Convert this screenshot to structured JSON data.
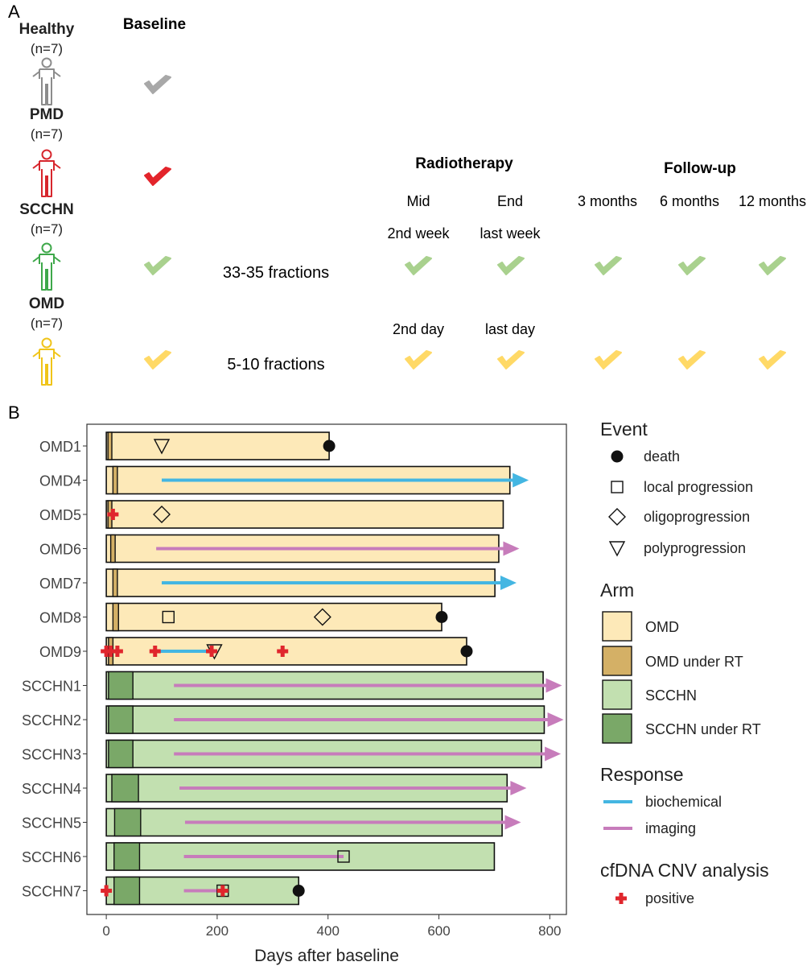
{
  "panel_a": {
    "panel_label": "A",
    "baseline_title": "Baseline",
    "radiotherapy_title": "Radiotherapy",
    "followup_title": "Follow-up",
    "cols": {
      "mid": "Mid",
      "end": "End",
      "m3": "3 months",
      "m6": "6 months",
      "m12": "12 months"
    },
    "scchn_timing": {
      "mid": "2nd week",
      "end": "last week",
      "fractions": "33-35 fractions"
    },
    "omd_timing": {
      "mid": "2nd day",
      "end": "last day",
      "fractions": "5-10 fractions"
    },
    "groups": [
      {
        "name": "Healthy",
        "n": "(n=7)",
        "color": "#8c8c8c",
        "check_color": "#a8a8a8",
        "checks": [
          "baseline"
        ]
      },
      {
        "name": "PMD",
        "n": "(n=7)",
        "color": "#d7262d",
        "check_color": "#e3242b",
        "checks": [
          "baseline"
        ]
      },
      {
        "name": "SCCHN",
        "n": "(n=7)",
        "color": "#3ea84a",
        "check_color": "#a9d18e",
        "checks": [
          "baseline",
          "mid",
          "end",
          "m3",
          "m6",
          "m12"
        ]
      },
      {
        "name": "OMD",
        "n": "(n=7)",
        "color": "#f0c419",
        "check_color": "#ffd966",
        "checks": [
          "baseline",
          "mid",
          "end",
          "m3",
          "m6",
          "m12"
        ]
      }
    ]
  },
  "chart_data": {
    "type": "bar",
    "panel_label": "B",
    "xlabel": "Days after baseline",
    "xlim": [
      -35,
      830
    ],
    "xticks": [
      0,
      200,
      400,
      600,
      800
    ],
    "colors": {
      "omd": "#fde9b8",
      "omd_rt": "#d4b066",
      "scchn": "#c2e0b0",
      "scchn_rt": "#7aa868",
      "biochemical": "#44b6e2",
      "imaging": "#c77cbb",
      "positive": "#e0262d"
    },
    "patients": [
      {
        "id": "OMD1",
        "arm": "OMD",
        "end": 402,
        "rt": [
          3,
          10
        ],
        "response": null,
        "events": [
          {
            "type": "polyprogression",
            "day": 100
          },
          {
            "type": "death",
            "day": 402
          }
        ],
        "positive": []
      },
      {
        "id": "OMD4",
        "arm": "OMD",
        "end": 728,
        "rt": [
          12,
          20
        ],
        "response": {
          "type": "biochemical",
          "start": 100,
          "end": 762
        },
        "events": [],
        "positive": []
      },
      {
        "id": "OMD5",
        "arm": "OMD",
        "end": 716,
        "rt": [
          3,
          10
        ],
        "response": null,
        "events": [
          {
            "type": "oligoprogression",
            "day": 100
          }
        ],
        "positive": [
          12
        ]
      },
      {
        "id": "OMD6",
        "arm": "OMD",
        "end": 708,
        "rt": [
          8,
          16
        ],
        "response": {
          "type": "imaging",
          "start": 90,
          "end": 745
        },
        "events": [],
        "positive": []
      },
      {
        "id": "OMD7",
        "arm": "OMD",
        "end": 701,
        "rt": [
          12,
          20
        ],
        "response": {
          "type": "biochemical",
          "start": 100,
          "end": 740
        },
        "events": [],
        "positive": []
      },
      {
        "id": "OMD8",
        "arm": "OMD",
        "end": 605,
        "rt": [
          12,
          22
        ],
        "response": null,
        "events": [
          {
            "type": "local progression",
            "day": 112
          },
          {
            "type": "oligoprogression",
            "day": 390
          },
          {
            "type": "death",
            "day": 605
          }
        ],
        "positive": []
      },
      {
        "id": "OMD9",
        "arm": "OMD",
        "end": 650,
        "rt": [
          4,
          12
        ],
        "response": {
          "type": "biochemical",
          "start": 90,
          "end": 190
        },
        "events": [
          {
            "type": "polyprogression",
            "day": 195
          },
          {
            "type": "death",
            "day": 650
          }
        ],
        "positive": [
          0,
          8,
          20,
          88,
          190,
          318
        ]
      },
      {
        "id": "SCCHN1",
        "arm": "SCCHN",
        "end": 788,
        "rt": [
          4,
          48
        ],
        "response": {
          "type": "imaging",
          "start": 122,
          "end": 822
        },
        "events": [],
        "positive": []
      },
      {
        "id": "SCCHN2",
        "arm": "SCCHN",
        "end": 790,
        "rt": [
          4,
          48
        ],
        "response": {
          "type": "imaging",
          "start": 122,
          "end": 825
        },
        "events": [],
        "positive": []
      },
      {
        "id": "SCCHN3",
        "arm": "SCCHN",
        "end": 785,
        "rt": [
          4,
          48
        ],
        "response": {
          "type": "imaging",
          "start": 122,
          "end": 820
        },
        "events": [],
        "positive": []
      },
      {
        "id": "SCCHN4",
        "arm": "SCCHN",
        "end": 723,
        "rt": [
          10,
          58
        ],
        "response": {
          "type": "imaging",
          "start": 132,
          "end": 758
        },
        "events": [],
        "positive": []
      },
      {
        "id": "SCCHN5",
        "arm": "SCCHN",
        "end": 714,
        "rt": [
          15,
          62
        ],
        "response": {
          "type": "imaging",
          "start": 142,
          "end": 748
        },
        "events": [],
        "positive": []
      },
      {
        "id": "SCCHN6",
        "arm": "SCCHN",
        "end": 700,
        "rt": [
          14,
          60
        ],
        "response": {
          "type": "imaging",
          "start": 140,
          "end": 428
        },
        "events": [
          {
            "type": "local progression",
            "day": 428
          }
        ],
        "positive": []
      },
      {
        "id": "SCCHN7",
        "arm": "SCCHN",
        "end": 347,
        "rt": [
          14,
          60
        ],
        "response": {
          "type": "imaging",
          "start": 140,
          "end": 208
        },
        "events": [
          {
            "type": "local progression",
            "day": 210
          },
          {
            "type": "death",
            "day": 347
          }
        ],
        "positive": [
          0,
          210
        ]
      }
    ],
    "legend": {
      "event_title": "Event",
      "events": [
        {
          "key": "death",
          "label": "death"
        },
        {
          "key": "local progression",
          "label": "local progression"
        },
        {
          "key": "oligoprogression",
          "label": "oligoprogression"
        },
        {
          "key": "polyprogression",
          "label": "polyprogression"
        }
      ],
      "arm_title": "Arm",
      "arms": [
        {
          "key": "omd",
          "label": "OMD"
        },
        {
          "key": "omd_rt",
          "label": "OMD under RT"
        },
        {
          "key": "scchn",
          "label": "SCCHN"
        },
        {
          "key": "scchn_rt",
          "label": "SCCHN under RT"
        }
      ],
      "response_title": "Response",
      "responses": [
        {
          "key": "biochemical",
          "label": "biochemical"
        },
        {
          "key": "imaging",
          "label": "imaging"
        }
      ],
      "cnv_title": "cfDNA CNV analysis",
      "cnv_label": "positive"
    }
  }
}
